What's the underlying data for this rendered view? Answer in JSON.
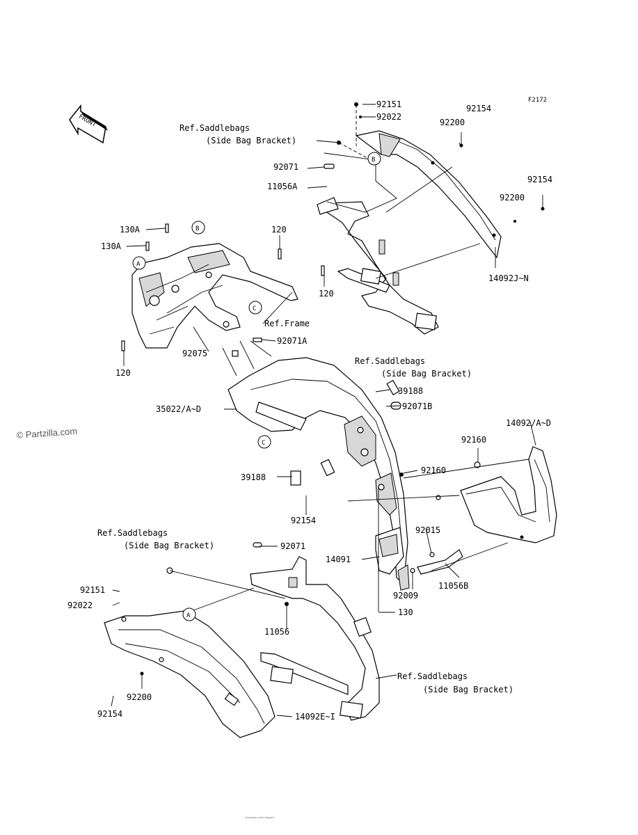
{
  "figure_code": "F2172",
  "front_label": "FRONT",
  "watermark": "© Partzilla.com",
  "footer_text": "Kawasaki parts diagram",
  "callouts": {
    "a": "A",
    "b": "B",
    "c": "C"
  },
  "labels": {
    "p92151_top": "92151",
    "p92022_top": "92022",
    "p92154_top": "92154",
    "p92200_top": "92200",
    "p92154_right": "92154",
    "p92200_right": "92200",
    "p14092j": "14092J~N",
    "p92071_top": "92071",
    "p11056a": "11056A",
    "p130a_1": "130A",
    "p130a_2": "130A",
    "p120_top": "120",
    "p120_mid": "120",
    "p120_left": "120",
    "ref_frame": "Ref.Frame",
    "p92071a": "92071A",
    "p92075": "92075",
    "p35022": "35022/A~D",
    "p39188_top": "39188",
    "p92071b": "92071B",
    "p14092ad": "14092/A~D",
    "p92160_top": "92160",
    "p92160_mid": "92160",
    "p39188_mid": "39188",
    "p92154_mid": "92154",
    "p92015": "92015",
    "p14091": "14091",
    "p92009": "92009",
    "p11056b": "11056B",
    "p130": "130",
    "p92071_low": "92071",
    "p11056": "11056",
    "p92151_low": "92151",
    "p92022_low": "92022",
    "p92200_low": "92200",
    "p92154_low": "92154",
    "p14092ei": "14092E~I"
  },
  "refs": {
    "saddle1_line1": "Ref.Saddlebags",
    "saddle1_line2": "(Side Bag Bracket)",
    "saddle2_line1": "Ref.Saddlebags",
    "saddle2_line2": "(Side Bag Bracket)",
    "saddle3_line1": "Ref.Saddlebags",
    "saddle3_line2": "(Side Bag Bracket)",
    "saddle4_line1": "Ref.Saddlebags",
    "saddle4_line2": "(Side Bag Bracket)"
  }
}
